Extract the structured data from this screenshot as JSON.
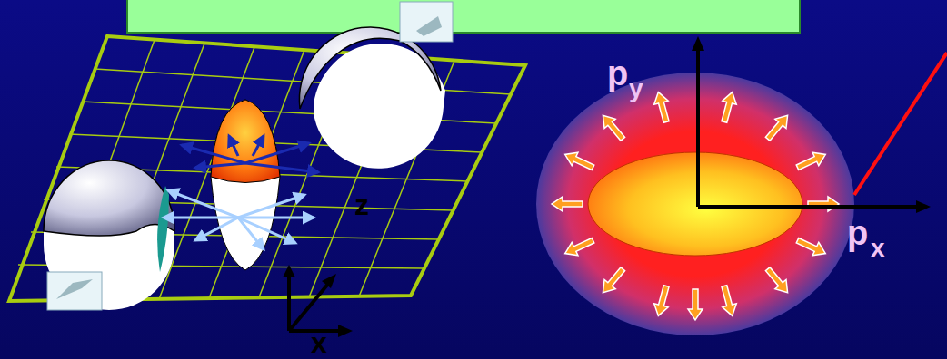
{
  "diagram": {
    "labels": [
      "p",
      "y",
      "p",
      "x",
      "z",
      "x"
    ]
  }
}
